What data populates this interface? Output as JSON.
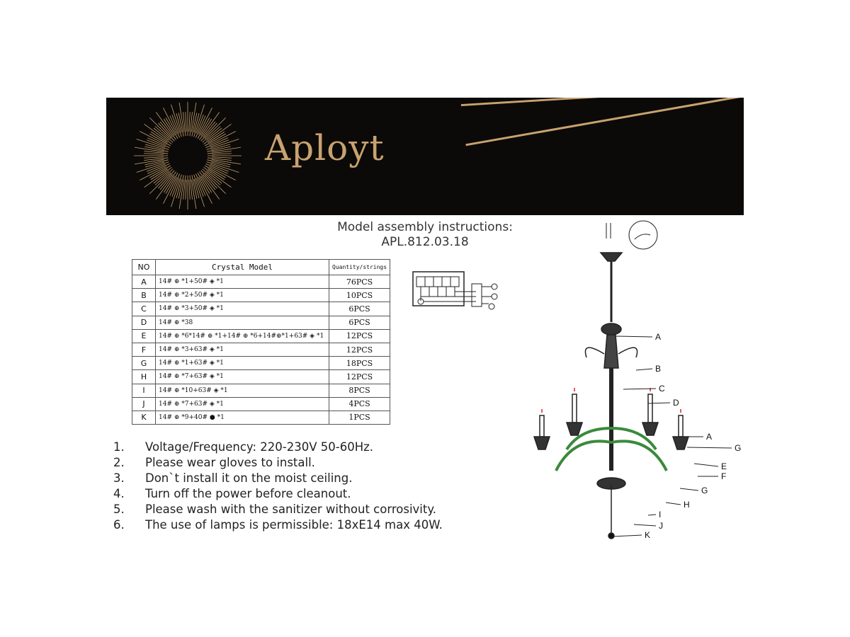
{
  "banner": {
    "brand": "Aployt",
    "colors": {
      "background": "#0b0a08",
      "gold": "#c9a270"
    }
  },
  "title": {
    "line1": "Model assembly instructions:",
    "line2": "APL.812.03.18"
  },
  "table": {
    "headers": {
      "no": "NO",
      "model": "Crystal    Model",
      "qty": "Quantity/strings"
    },
    "rows": [
      {
        "no": "A",
        "model": "14# ⊕ *1+50# ◈ *1",
        "qty": "76PCS"
      },
      {
        "no": "B",
        "model": "14# ⊕ *2+50# ◈ *1",
        "qty": "10PCS"
      },
      {
        "no": "C",
        "model": "14# ⊕ *3+50# ◈ *1",
        "qty": "6PCS"
      },
      {
        "no": "D",
        "model": "14# ⊕ *38",
        "qty": "6PCS"
      },
      {
        "no": "E",
        "model": "14# ⊕ *6*14# ⊕ *1+14# ⊕ *6+14#⊕*1+63# ◈ *1",
        "qty": "12PCS"
      },
      {
        "no": "F",
        "model": "14# ⊕ *3+63# ◈ *1",
        "qty": "12PCS"
      },
      {
        "no": "G",
        "model": "14# ⊕ *1+63# ◈ *1",
        "qty": "18PCS"
      },
      {
        "no": "H",
        "model": "14# ⊕ *7+63# ◈ *1",
        "qty": "12PCS"
      },
      {
        "no": "I",
        "model": "14# ⊕ *10+63# ◈ *1",
        "qty": "8PCS"
      },
      {
        "no": "J",
        "model": "14# ⊕ *7+63# ◈ *1",
        "qty": "4PCS"
      },
      {
        "no": "K",
        "model": "14# ⊕ *9+40# ● *1",
        "qty": "1PCS"
      }
    ]
  },
  "notes": [
    {
      "n": "1.",
      "text": "Voltage/Frequency: 220-230V 50-60Hz."
    },
    {
      "n": "2.",
      "text": "Please wear gloves to install."
    },
    {
      "n": "3.",
      "text": "Don`t install it on the moist ceiling."
    },
    {
      "n": "4.",
      "text": "Turn off the power before cleanout."
    },
    {
      "n": "5.",
      "text": "Please wash with the sanitizer without corrosivity."
    },
    {
      "n": "6.",
      "text": "The use of lamps is permissible: 18xE14 max 40W."
    }
  ],
  "diagram_labels": [
    "A",
    "B",
    "C",
    "D",
    "A",
    "G",
    "E",
    "F",
    "G",
    "H",
    "I",
    "J",
    "K"
  ]
}
